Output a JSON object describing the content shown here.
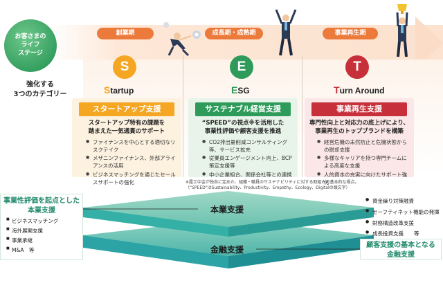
{
  "stages": [
    {
      "label": "創業期"
    },
    {
      "label": "成長期・成熟期"
    },
    {
      "label": "事業再生期"
    }
  ],
  "circle_lines": [
    "お客さまの",
    "ライフ",
    "ステージ"
  ],
  "strength_lines": [
    "強化する",
    "3つのカテゴリー"
  ],
  "categories": [
    {
      "letter": "S",
      "initial": "S",
      "rest": "tartup",
      "title": "スタートアップ支援",
      "head_lines": [
        "スタートアップ特有の課題を",
        "踏まえた一気通貫のサポート"
      ],
      "items": [
        "ファイナンスを中心とする適切なリスクテイク",
        "メザニンファイナンス、外部アライアンスの活用",
        "ビジネスマッチングを通じたセールスサポートの強化"
      ]
    },
    {
      "letter": "E",
      "initial": "E",
      "rest": "SG",
      "title": "サステナブル経営支援",
      "head_lines": [
        "“SPEED”の視点※を活用した",
        "事業性評価や顧客支援を推進"
      ],
      "items": [
        "CO2排出量削減コンサルティング等、サービス拡充",
        "従業員エンゲージメント向上、BCP策定支援等",
        "中小企業組合、関係会社等との連携"
      ]
    },
    {
      "letter": "T",
      "initial": "T",
      "rest": "urn Around",
      "title": "事業再生支援",
      "head_lines": [
        "専門性向上と対応力の底上げにより、",
        "事業再生のトップブランドを構築"
      ],
      "items": [
        "経営危機の未然防止と危機状態からの脱却支援",
        "多様なキャリアを持つ専門チームによる高度な支援",
        "人的資本の充実に向けたサポート強化"
      ]
    }
  ],
  "note_lines": [
    "※露工中金が独自に定めた、組織・職員のサステナビリティに対する取組みの基本的な視点。",
    "（“SPEED”はSustainability、Productivity、Empathy、Ecology、Digitalの頭文字）"
  ],
  "upper_label": "本業支援",
  "lower_label": "金融支援",
  "left_title_lines": [
    "事業性評価を起点とした",
    "本業支援"
  ],
  "left_items": [
    "ビジネスマッチング",
    "海外展開支援",
    "事業承継",
    "M&A　等"
  ],
  "right_items": [
    "資金繰り対策融資",
    "セーフティネット機能の発揮",
    "財務構造改革支援",
    "成長投資支援　　等"
  ],
  "right_title_lines": [
    "顧客支援の基本となる",
    "金融支援"
  ],
  "colors": {
    "orange": "#ec7a3b",
    "startup": "#f5a623",
    "esg": "#2e9b5a",
    "turnaround": "#c7303a",
    "teal": "#1f8a6b"
  }
}
